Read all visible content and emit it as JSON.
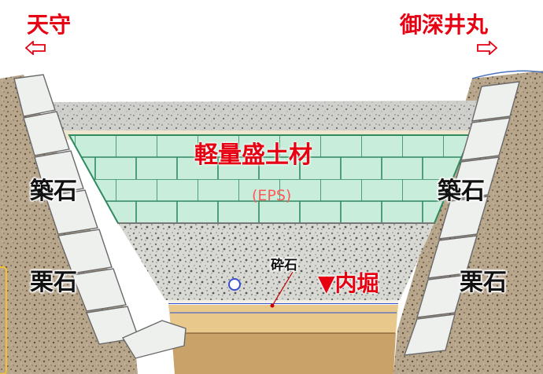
{
  "labels": {
    "tenshu": "天守",
    "gosinjimaru": "御深井丸",
    "light_fill": "軽量盛土材",
    "eps": "(EPS)",
    "crushed_stone": "砕石",
    "inner_moat": "▼内堀",
    "tsukiishi_left": "築石",
    "tsukiishi_right": "築石",
    "kuriishi_left": "栗石",
    "kuriishi_right": "栗石"
  },
  "icons": {
    "left_arrow": "left-outline-arrow",
    "right_arrow": "right-outline-arrow"
  },
  "colors": {
    "label_red": "#e60012",
    "eps_block": "#c8eedb",
    "eps_line": "#2f8a5f",
    "eps_text": "#ff5a5a",
    "sand": "#e9c98b",
    "clay": "#c9a26a",
    "water_line": "#2b4fd0"
  }
}
